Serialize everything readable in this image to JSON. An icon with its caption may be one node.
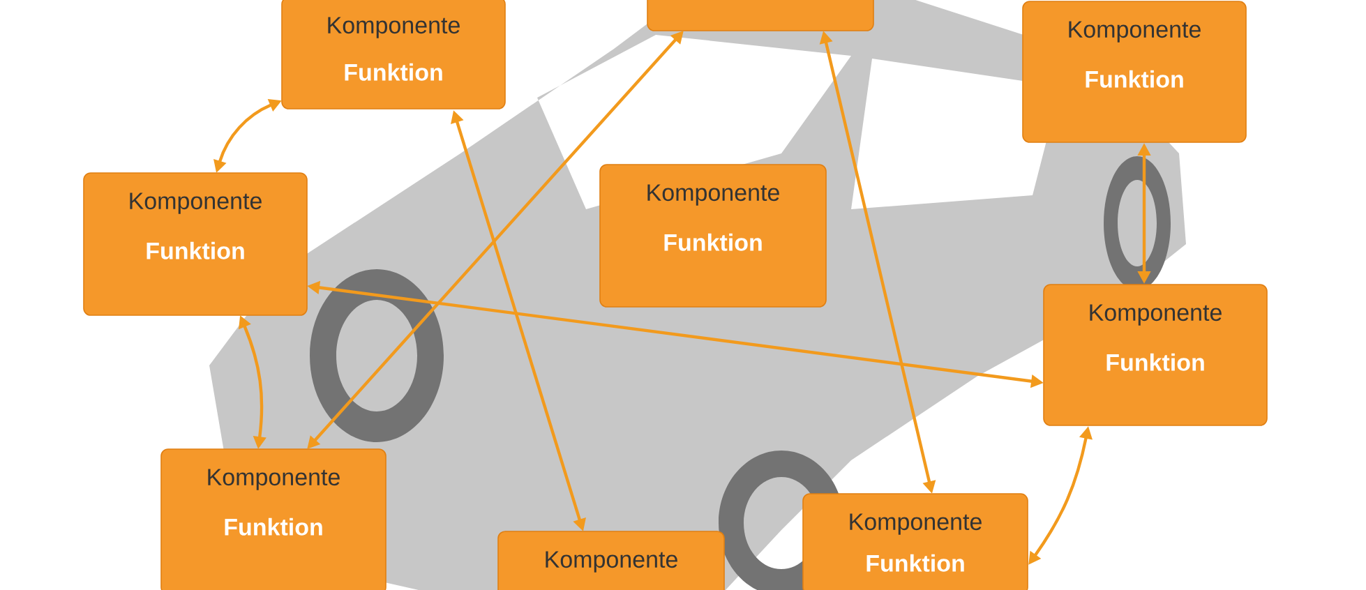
{
  "diagram": {
    "nodes": [
      {
        "text": [
          "Komponente",
          "Funktion"
        ]
      },
      {
        "text": [],
        "shape": "box"
      },
      {
        "text": [
          "Komponente",
          "Funktion"
        ]
      },
      {
        "text": [
          "Komponente",
          "Funktion"
        ]
      },
      {
        "text": [
          "Komponente",
          "Funktion"
        ]
      },
      {
        "text": [
          "Komponente",
          "Funktion"
        ]
      },
      {
        "text": [
          "Komponente",
          "Funktion"
        ]
      },
      {
        "text": [
          "Komponente"
        ]
      },
      {
        "text": [
          "Komponente",
          "Funktion"
        ]
      }
    ],
    "edges": [
      {
        "from": 0,
        "to": 3,
        "arrow": "both"
      },
      {
        "from": 6,
        "to": 1,
        "arrow": "both"
      },
      {
        "from": 0,
        "to": 7,
        "arrow": "both"
      },
      {
        "from": 3,
        "to": 5,
        "arrow": "both"
      },
      {
        "from": 1,
        "to": 8,
        "arrow": "both"
      },
      {
        "from": 2,
        "to": 5,
        "arrow": "both"
      },
      {
        "from": 6,
        "to": 3,
        "arrow": "both"
      },
      {
        "from": 5,
        "to": 8,
        "arrow": "both"
      }
    ]
  }
}
